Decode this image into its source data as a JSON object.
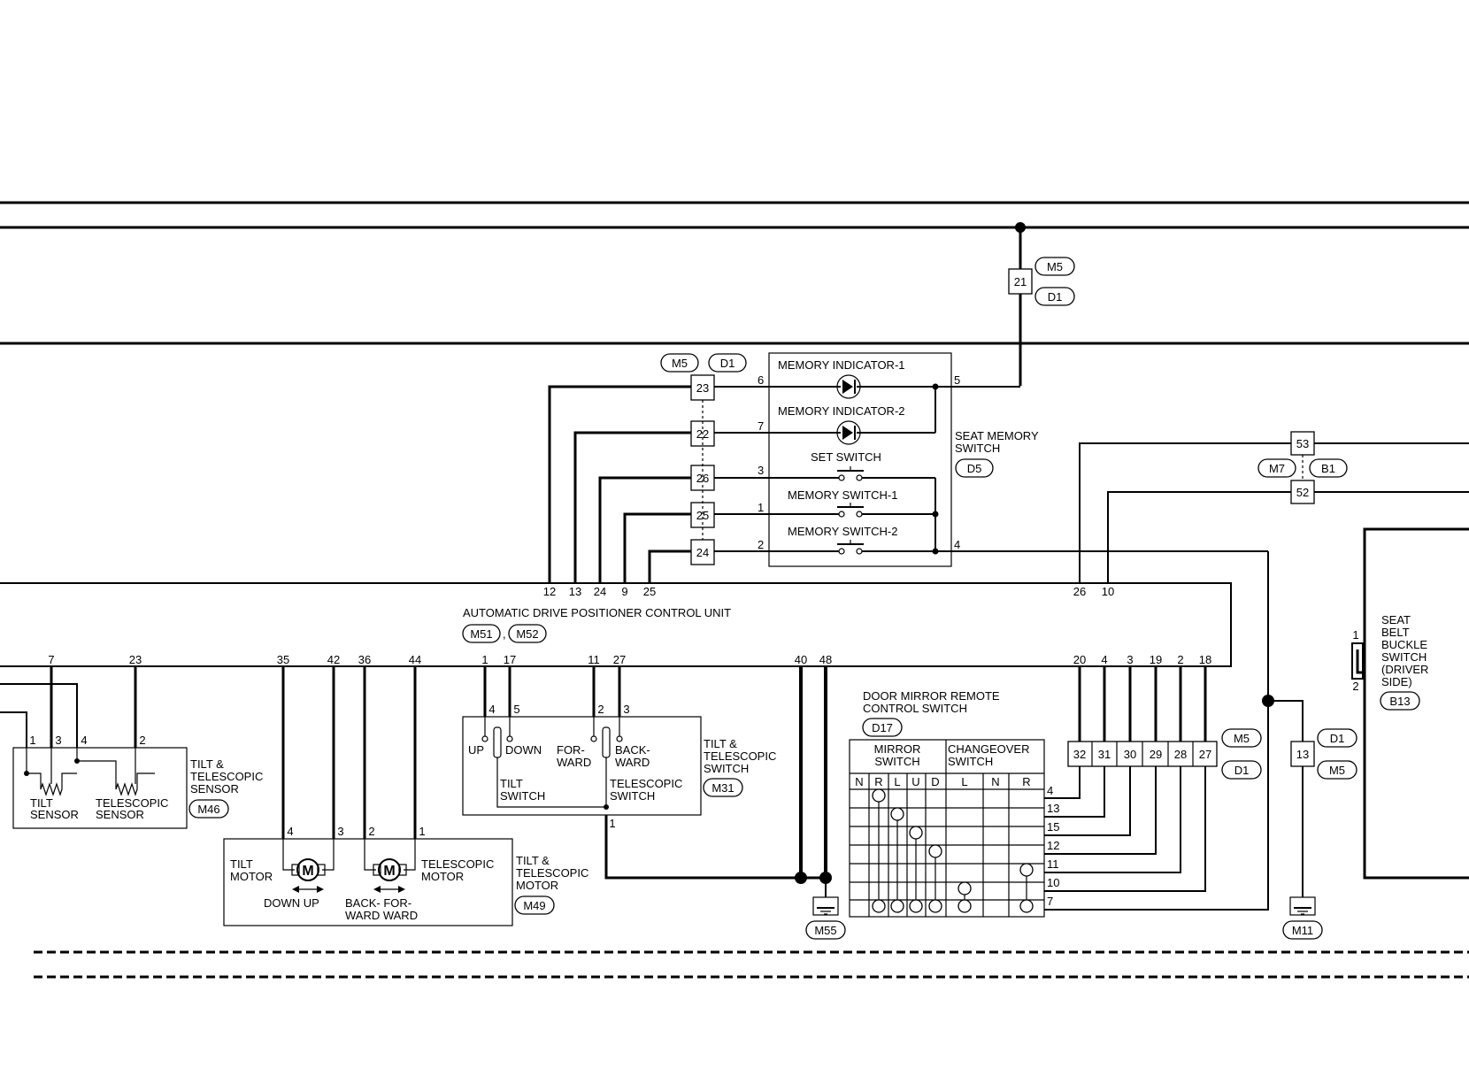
{
  "diagram": {
    "conn": {
      "m5": "M5",
      "d1": "D1",
      "m7": "M7",
      "b1": "B1",
      "m51": "M51",
      "m52": "M52",
      "d5": "D5",
      "d17": "D17",
      "m46": "M46",
      "m31": "M31",
      "m49": "M49",
      "m55": "M55",
      "m11": "M11",
      "b13": "B13"
    },
    "labels": {
      "memory_indicator_1": "MEMORY INDICATOR-1",
      "memory_indicator_2": "MEMORY INDICATOR-2",
      "set_switch": "SET SWITCH",
      "memory_switch_1": "MEMORY SWITCH-1",
      "memory_switch_2": "MEMORY SWITCH-2",
      "seat_memory_switch": [
        "SEAT MEMORY",
        "SWITCH"
      ],
      "control_unit": "AUTOMATIC DRIVE POSITIONER CONTROL UNIT",
      "tilt_tele_sensor": [
        "TILT &",
        "TELESCOPIC",
        "SENSOR"
      ],
      "tilt_sensor": [
        "TILT",
        "SENSOR"
      ],
      "telescopic_sensor": [
        "TELESCOPIC",
        "SENSOR"
      ],
      "tilt_motor": [
        "TILT",
        "MOTOR"
      ],
      "telescopic_motor": [
        "TELESCOPIC",
        "MOTOR"
      ],
      "tilt_tele_motor": [
        "TILT &",
        "TELESCOPIC",
        "MOTOR"
      ],
      "down_up": "DOWN UP",
      "back_for": [
        "BACK-  FOR-",
        "WARD  WARD"
      ],
      "up": "UP",
      "down": "DOWN",
      "forward": [
        "FOR-",
        "WARD"
      ],
      "backward": [
        "BACK-",
        "WARD"
      ],
      "tilt_switch": [
        "TILT",
        "SWITCH"
      ],
      "telescopic_switch": [
        "TELESCOPIC",
        "SWITCH"
      ],
      "tilt_tele_switch": [
        "TILT &",
        "TELESCOPIC",
        "SWITCH"
      ],
      "door_mirror": [
        "DOOR MIRROR REMOTE",
        "CONTROL SWITCH"
      ],
      "mirror_switch": [
        "MIRROR",
        "SWITCH"
      ],
      "changeover_switch": [
        "CHANGEOVER",
        "SWITCH"
      ],
      "mirror_cols": [
        "N",
        "R",
        "L",
        "U",
        "D"
      ],
      "change_cols": [
        "L",
        "N",
        "R"
      ],
      "seat_belt": [
        "SEAT",
        "BELT",
        "BUCKLE",
        "SWITCH",
        "(DRIVER",
        "SIDE)"
      ],
      "motor_m": "M"
    },
    "pins": {
      "p21": "21",
      "p23": "23",
      "p22": "22",
      "p26": "26",
      "p25": "25",
      "p24": "24",
      "s6": "6",
      "s7": "7",
      "s3": "3",
      "s1": "1",
      "s2": "2",
      "s5": "5",
      "s4": "4",
      "t12": "12",
      "t13": "13",
      "t24": "24",
      "t9": "9",
      "t25": "25",
      "t26": "26",
      "t10": "10",
      "p53": "53",
      "p52": "52",
      "b7": "7",
      "b23": "23",
      "b35": "35",
      "b42": "42",
      "b36": "36",
      "b44": "44",
      "b1": "1",
      "b17": "17",
      "b11": "11",
      "b27": "27",
      "b40": "40",
      "b48": "48",
      "b20": "20",
      "b4": "4",
      "b3": "3",
      "b19": "19",
      "b2": "2",
      "b18": "18",
      "sen1": "1",
      "sen3": "3",
      "sen4": "4",
      "sen2": "2",
      "mo4": "4",
      "mo3": "3",
      "mo2": "2",
      "mo1": "1",
      "sw4": "4",
      "sw5": "5",
      "sw2": "2",
      "sw3": "3",
      "sw1": "1",
      "dm32": "32",
      "dm31": "31",
      "dm30": "30",
      "dm29": "29",
      "dm28": "28",
      "dm27": "27",
      "m4": "4",
      "m13": "13",
      "m15": "15",
      "m12": "12",
      "m11": "11",
      "m10": "10",
      "m7": "7",
      "g13": "13",
      "bk1": "1",
      "bk2": "2"
    }
  }
}
